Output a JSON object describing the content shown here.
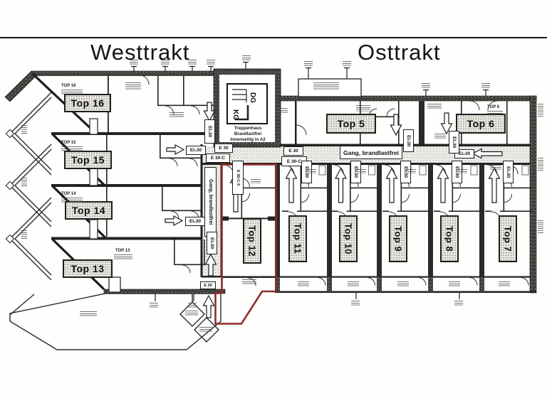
{
  "titles": {
    "west": "Westtrakt",
    "east": "Osttrakt"
  },
  "units": {
    "top5": "Top 5",
    "top6": "Top 6",
    "top7": "Top 7",
    "top8": "Top 8",
    "top9": "Top 9",
    "top10": "Top 10",
    "top11": "Top 11",
    "top12": "Top 12",
    "top13": "Top 13",
    "top14": "Top 14",
    "top15": "Top 15",
    "top16": "Top 16"
  },
  "captions": {
    "top16": "TOP 16",
    "top15": "TOP 15",
    "top14": "TOP 14",
    "top13": "TOP 13",
    "top6": "TOP 6"
  },
  "fire_ratings": {
    "e30": "E 30",
    "e30c": "E 30-C",
    "ei230": "EI₂30",
    "e30cs": "E 30-C-S"
  },
  "corridor_label": "Gang, brandlastfrei",
  "stairwell": {
    "line1": "Treppenhaus",
    "line2": "Brandlastfrei",
    "line3": "Innenseitig in A2",
    "upper": "DG",
    "lower": "KG"
  },
  "highlight": {
    "unit": "Top 12",
    "color": "#8e2b2b"
  }
}
